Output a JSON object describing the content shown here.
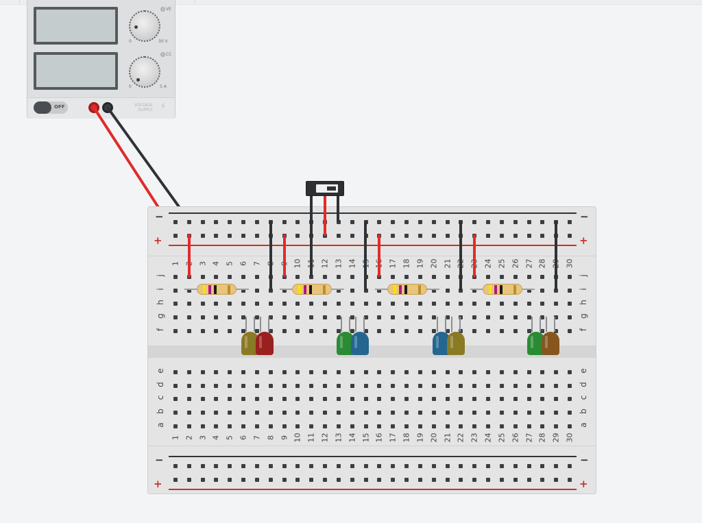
{
  "power_supply": {
    "voltage_knob": {
      "min_label": "0",
      "max_label": "30 V",
      "mode_label": "VE"
    },
    "current_knob": {
      "min_label": "0",
      "max_label": "5 A",
      "mode_label": "CC"
    },
    "power_switch_label": "OFF",
    "name_label_line1": "VOLTAGE",
    "name_label_line2": "SUPPLY"
  },
  "breadboard": {
    "rail_minus": "−",
    "rail_plus": "+",
    "rows_top": [
      "j",
      "i",
      "h",
      "g",
      "f"
    ],
    "rows_bottom": [
      "e",
      "d",
      "c",
      "b",
      "a"
    ],
    "column_count": 30
  },
  "colors": {
    "wire_red": "#e02b2b",
    "wire_black": "#2f3336",
    "rail_red": "#c9302c",
    "led_colors": [
      "olive",
      "red",
      "green",
      "blue",
      "blue",
      "olive",
      "green",
      "brown"
    ]
  }
}
